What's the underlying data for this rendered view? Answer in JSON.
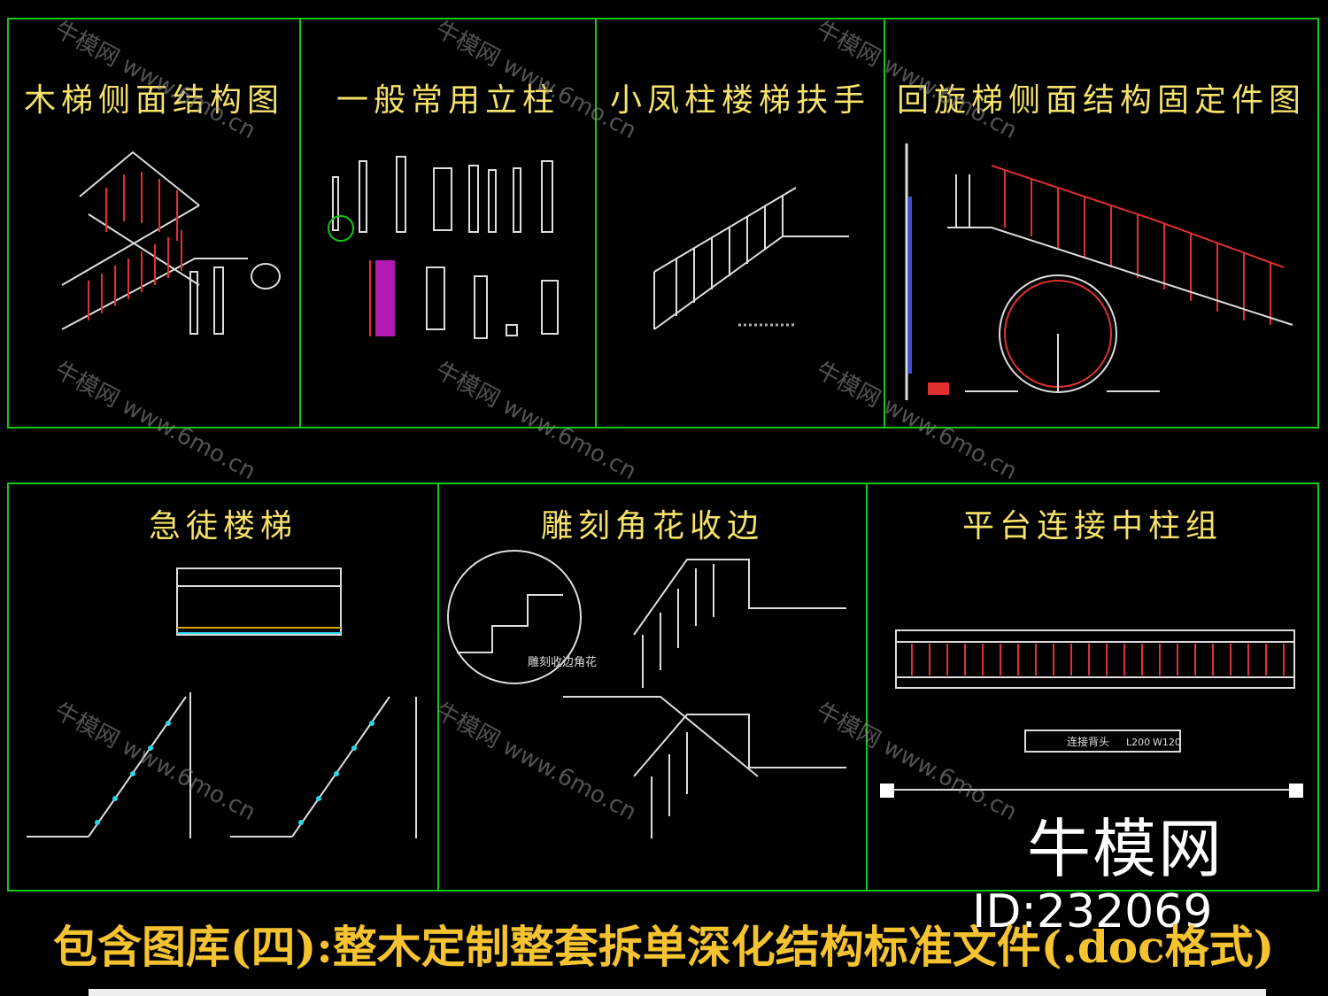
{
  "panels_top": [
    {
      "title": "木梯侧面结构图"
    },
    {
      "title": "一般常用立柱"
    },
    {
      "title": "小凤柱楼梯扶手"
    },
    {
      "title": "回旋梯侧面结构固定件图"
    }
  ],
  "panels_bottom": [
    {
      "title": "急徒楼梯"
    },
    {
      "title": "雕刻角花收边"
    },
    {
      "title": "平台连接中柱组"
    }
  ],
  "labels": {
    "carve_note": "雕刻收边角花",
    "spec_l": "L200",
    "spec_w": "W120",
    "spec_text": "连接背头"
  },
  "watermark": {
    "cn": "牛模网",
    "url": "www.6mo.cn"
  },
  "brand": "牛模网",
  "id_tag": "ID:232069",
  "footer": "包含图库(四):整木定制整套拆单深化结构标准文件(.doc格式)",
  "colors": {
    "border": "#14c814",
    "title": "#f5e26a",
    "footer": "#f5c230",
    "rail_red": "#e03030",
    "accent_cyan": "#28d8e8",
    "accent_magenta": "#d020d0"
  }
}
